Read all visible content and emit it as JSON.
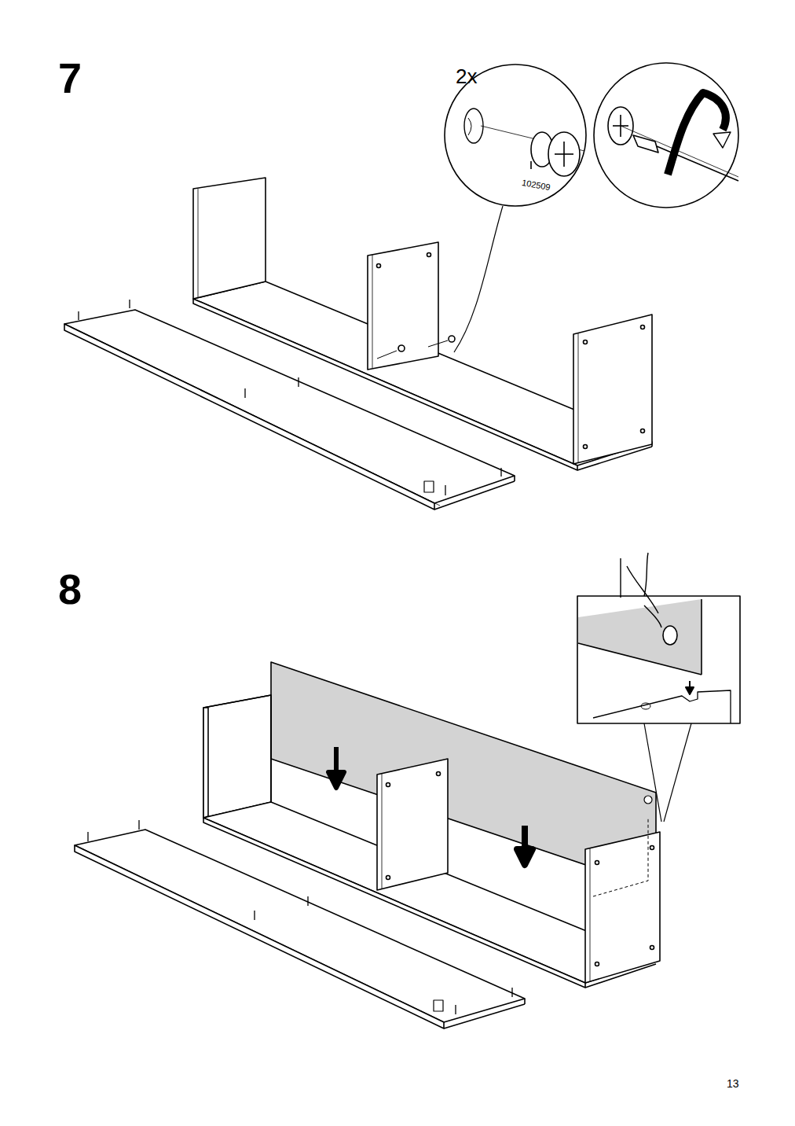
{
  "diagram": {
    "labels": [
      "7",
      "2x",
      "102509",
      "8",
      "13"
    ]
  }
}
